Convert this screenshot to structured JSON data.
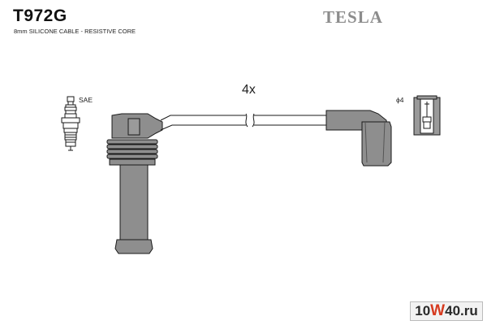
{
  "header": {
    "part_code": "T972G",
    "description": "8mm SILICONE CABLE - RESISTIVE CORE",
    "brand": "TESLA"
  },
  "diagram": {
    "quantity": "4x",
    "spark_plug_label": "SAE",
    "terminal_label": "ϕ4"
  },
  "watermark": {
    "prefix": "10",
    "mid": "W",
    "suffix": "40.ru"
  },
  "colors": {
    "cable_fill": "#8e8e8e",
    "outline": "#1a1a1a"
  }
}
